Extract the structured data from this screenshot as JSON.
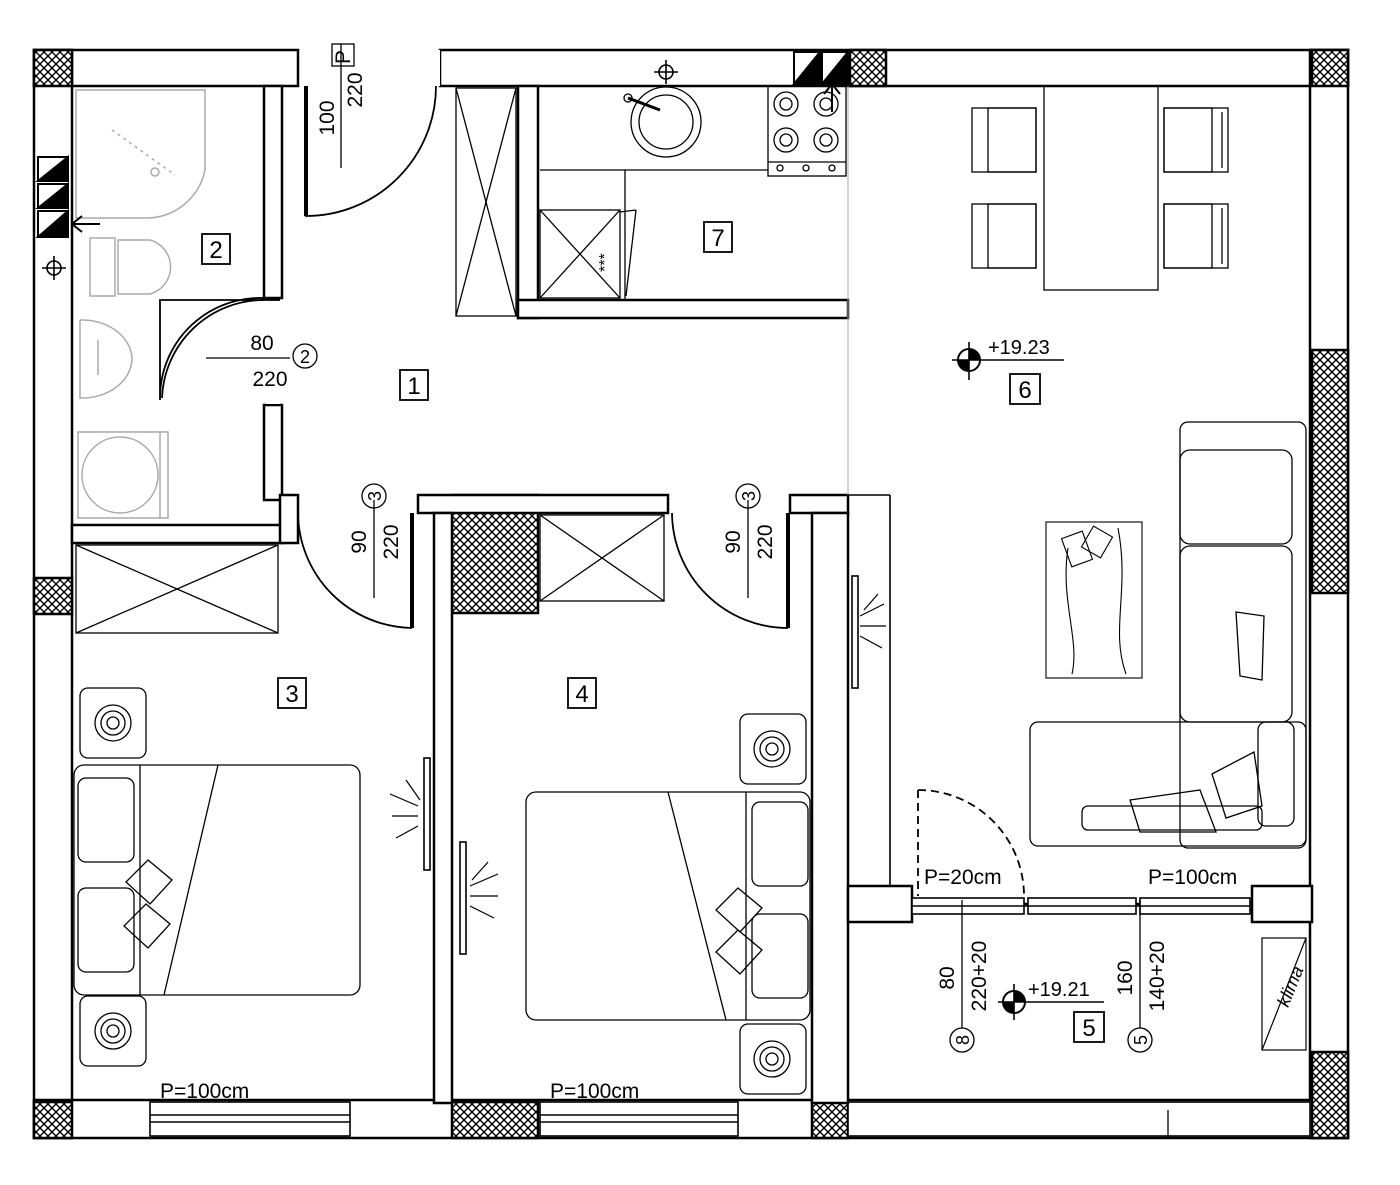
{
  "rooms": {
    "r1": "1",
    "r2": "2",
    "r3": "3",
    "r4": "4",
    "r5": "5",
    "r6": "6",
    "r7": "7"
  },
  "doors": {
    "entry": {
      "w": "100",
      "h": "220",
      "tag": "P"
    },
    "bath": {
      "w": "80",
      "h": "220",
      "type": "2"
    },
    "bed3": {
      "w": "90",
      "h": "220",
      "type": "3"
    },
    "bed4": {
      "w": "90",
      "h": "220",
      "type": "3"
    }
  },
  "windows": {
    "bed3": "P=100cm",
    "bed4": "P=100cm",
    "living": "P=100cm",
    "balcony_door": "P=20cm",
    "balcony_left": {
      "w": "80",
      "h": "220+20",
      "type": "8"
    },
    "balcony_right": {
      "w": "160",
      "h": "140+20",
      "type": "5"
    }
  },
  "levels": {
    "living": "+19.23",
    "balcony": "+19.21"
  },
  "labels": {
    "klima": "klima",
    "fridge": "***"
  }
}
